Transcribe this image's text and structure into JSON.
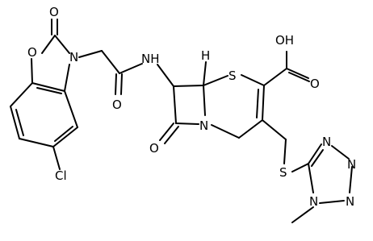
{
  "structure": {
    "atoms": {
      "ring_oxygen": "O",
      "carbonyl_oxygen_oxazolone": "O",
      "oxazolone_nitrogen": "N",
      "chlorine": "Cl",
      "amide_nitrogen": "NH",
      "amide_oxygen": "O",
      "thiazine_sulfur": "S",
      "acid_hydroxyl": "OH",
      "acid_oxygen": "O",
      "lactam_nitrogen": "N",
      "lactam_oxygen": "O",
      "thioether_sulfur": "S",
      "tetrazole_n_top": "N",
      "tetrazole_n_right": "N",
      "tetrazole_n_bottom": "N",
      "tetrazole_n_methyl": "N",
      "stereo_hydrogen": "H"
    }
  }
}
